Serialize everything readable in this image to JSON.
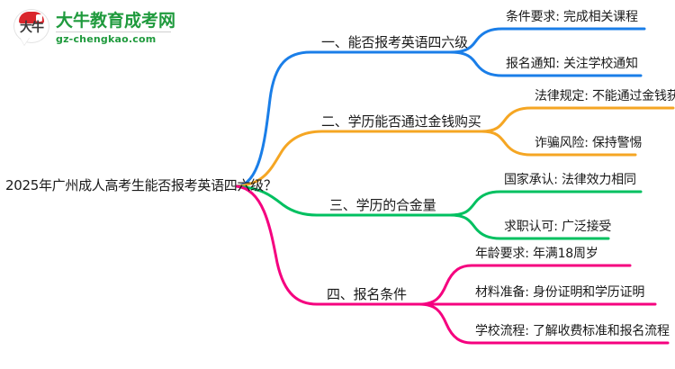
{
  "logo": {
    "badge_text": "大牛",
    "brand_name": "大牛教育成考网",
    "website": "gz-chengkao.com",
    "brand_color": "#1f9a3d",
    "badge_accent_color": "#d9262c"
  },
  "mindmap": {
    "root": {
      "label": "2025年广州成人高考生能否报考英语四六级？"
    },
    "branches": [
      {
        "label": "一、能否报考英语四六级",
        "color": "#1a7ee8",
        "children": [
          {
            "label": "条件要求: 完成相关课程"
          },
          {
            "label": "报名通知: 关注学校通知"
          }
        ]
      },
      {
        "label": "二、学历能否通过金钱购买",
        "color": "#f5a623",
        "children": [
          {
            "label": "法律规定: 不能通过金钱获得"
          },
          {
            "label": "诈骗风险: 保持警惕"
          }
        ]
      },
      {
        "label": "三、学历的合金量",
        "color": "#00c060",
        "children": [
          {
            "label": "国家承认: 法律效力相同"
          },
          {
            "label": "求职认可: 广泛接受"
          }
        ]
      },
      {
        "label": "四、报名条件",
        "color": "#f5007f",
        "children": [
          {
            "label": "年龄要求: 年满18周岁"
          },
          {
            "label": "材料准备: 身份证明和学历证明"
          },
          {
            "label": "学校流程: 了解收费标准和报名流程"
          }
        ]
      }
    ]
  }
}
